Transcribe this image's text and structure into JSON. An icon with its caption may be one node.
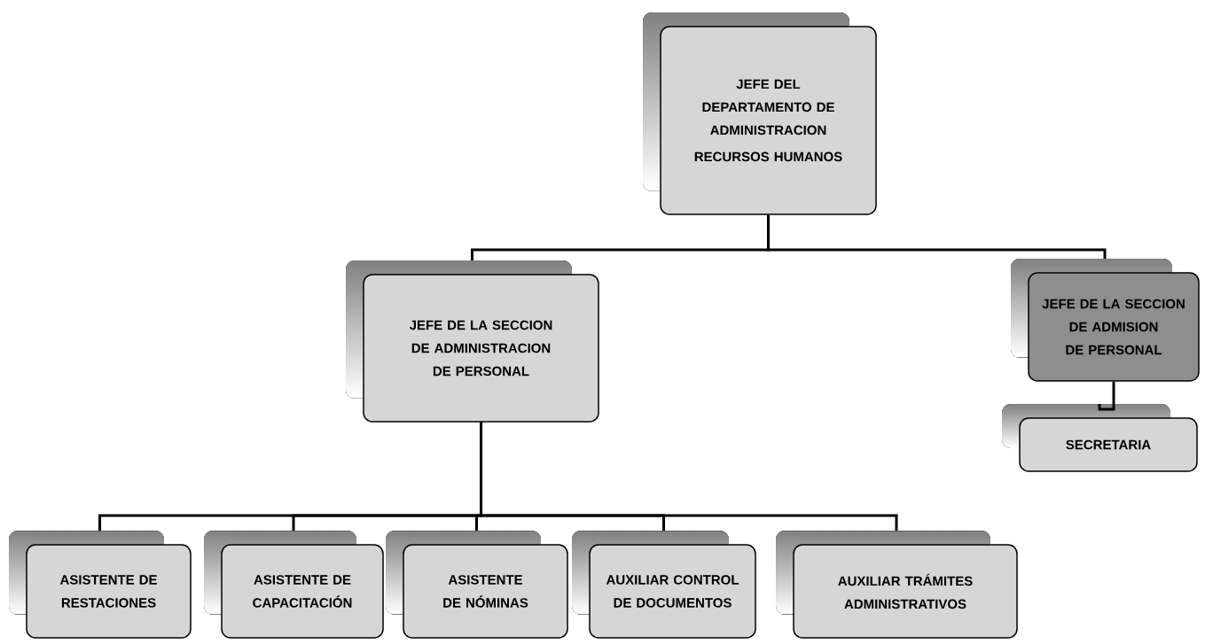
{
  "diagram": {
    "nodes": [
      {
        "text": [
          "JEFE DEL DEPARTAMENTO DE ADMINISTRACION",
          "RECURSOS HUMANOS"
        ]
      },
      {
        "text": [
          "JEFE DE LA SECCION DE ADMINISTRACION DE PERSONAL"
        ]
      },
      {
        "text": [
          "JEFE DE LA SECCION DE ADMISION DE PERSONAL"
        ]
      },
      {
        "text": [
          "SECRETARIA"
        ]
      },
      {
        "text": [
          "ASISTENTE DE RESTACIONES"
        ]
      },
      {
        "text": [
          "ASISTENTE DE CAPACITACIÓN"
        ]
      },
      {
        "text": [
          "ASISTENTE DE NÓMINAS"
        ]
      },
      {
        "text": [
          "AUXILIAR CONTROL DE DOCUMENTOS"
        ]
      },
      {
        "text": [
          "AUXILIAR TRÁMITES ADMINISTRATIVOS"
        ]
      }
    ],
    "edges": [
      {
        "from": 0,
        "to": 1,
        "arrow": "none"
      },
      {
        "from": 0,
        "to": 2,
        "arrow": "none"
      },
      {
        "from": 2,
        "to": 3,
        "arrow": "none"
      },
      {
        "from": 1,
        "to": 4,
        "arrow": "none"
      },
      {
        "from": 1,
        "to": 5,
        "arrow": "none"
      },
      {
        "from": 1,
        "to": 6,
        "arrow": "none"
      },
      {
        "from": 1,
        "to": 7,
        "arrow": "none"
      },
      {
        "from": 1,
        "to": 8,
        "arrow": "none"
      }
    ]
  }
}
